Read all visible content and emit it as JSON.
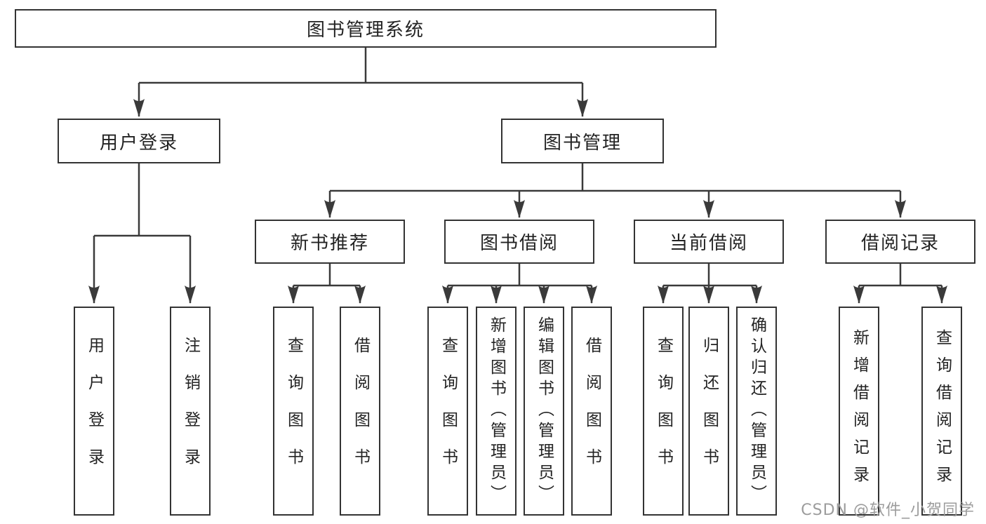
{
  "tree": {
    "root": {
      "label": "图书管理系统"
    },
    "branches": [
      {
        "label": "用户登录",
        "children": [
          {
            "label": "用户登录"
          },
          {
            "label": "注销登录"
          }
        ]
      },
      {
        "label": "图书管理",
        "children": [
          {
            "label": "新书推荐",
            "children": [
              {
                "label": "查询图书"
              },
              {
                "label": "借阅图书"
              }
            ]
          },
          {
            "label": "图书借阅",
            "children": [
              {
                "label": "查询图书"
              },
              {
                "label": "新增图书（管理员）"
              },
              {
                "label": "编辑图书（管理员）"
              },
              {
                "label": "借阅图书"
              }
            ]
          },
          {
            "label": "当前借阅",
            "children": [
              {
                "label": "查询图书"
              },
              {
                "label": "归还图书"
              },
              {
                "label": "确认归还（管理员）"
              }
            ]
          },
          {
            "label": "借阅记录",
            "children": [
              {
                "label": "新增借阅记录"
              },
              {
                "label": "查询借阅记录"
              }
            ]
          }
        ]
      }
    ]
  },
  "watermark": {
    "text": "CSDN @软件_小贺同学"
  },
  "colors": {
    "line": "#3a3a3a",
    "box_border": "#333333",
    "text": "#232323",
    "watermark": "#9c9c9c",
    "background": "#ffffff"
  }
}
